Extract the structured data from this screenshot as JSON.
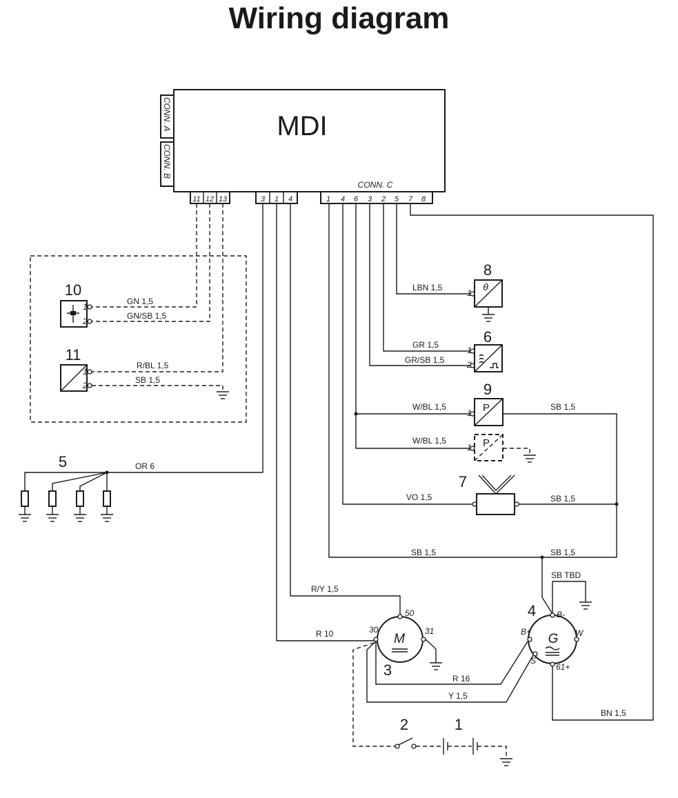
{
  "title": "Wiring diagram",
  "mdi": {
    "label": "MDI",
    "conn_a": "CONN. A",
    "conn_b": "CONN. B",
    "conn_c": "CONN. C",
    "group1_terminals": [
      "11",
      "12",
      "13"
    ],
    "group2_terminals": [
      "3",
      "1",
      "4"
    ],
    "group3_terminals": [
      "1",
      "4",
      "6",
      "3",
      "2",
      "5",
      "7",
      "8"
    ]
  },
  "components": {
    "c1": "1",
    "c2": "2",
    "c3": "3",
    "c4": "4",
    "c5": "5",
    "c6": "6",
    "c7": "7",
    "c8": "8",
    "c9": "9",
    "c10": "10",
    "c11": "11"
  },
  "symbols": {
    "theta": "θ",
    "pressure": "P",
    "pressure_dashed": "P",
    "motor": "M",
    "generator": "G"
  },
  "pins": {
    "p1": "1",
    "p2": "2",
    "m30": "30",
    "m50": "50",
    "m31": "31",
    "g_bminus": "B-",
    "g_bplus": "B+",
    "g_w": "W",
    "g_s": "S",
    "g_61": "61+"
  },
  "wires": {
    "gn": "GN 1,5",
    "gnsb": "GN/SB 1,5",
    "rbl": "R/BL 1,5",
    "sb_11": "SB 1,5",
    "or6": "OR 6",
    "lbn": "LBN 1,5",
    "gr": "GR 1,5",
    "grsb": "GR/SB 1,5",
    "wbl1": "W/BL 1,5",
    "wbl2": "W/BL 1,5",
    "sb_9": "SB 1,5",
    "vo": "VO 1,5",
    "sb_7": "SB 1,5",
    "sb_left": "SB 1,5",
    "sb_right": "SB 1,5",
    "sbtbd": "SB TBD",
    "ry": "R/Y 1,5",
    "r10": "R 10",
    "r16": "R 16",
    "y15": "Y 1,5",
    "bn": "BN 1,5"
  }
}
